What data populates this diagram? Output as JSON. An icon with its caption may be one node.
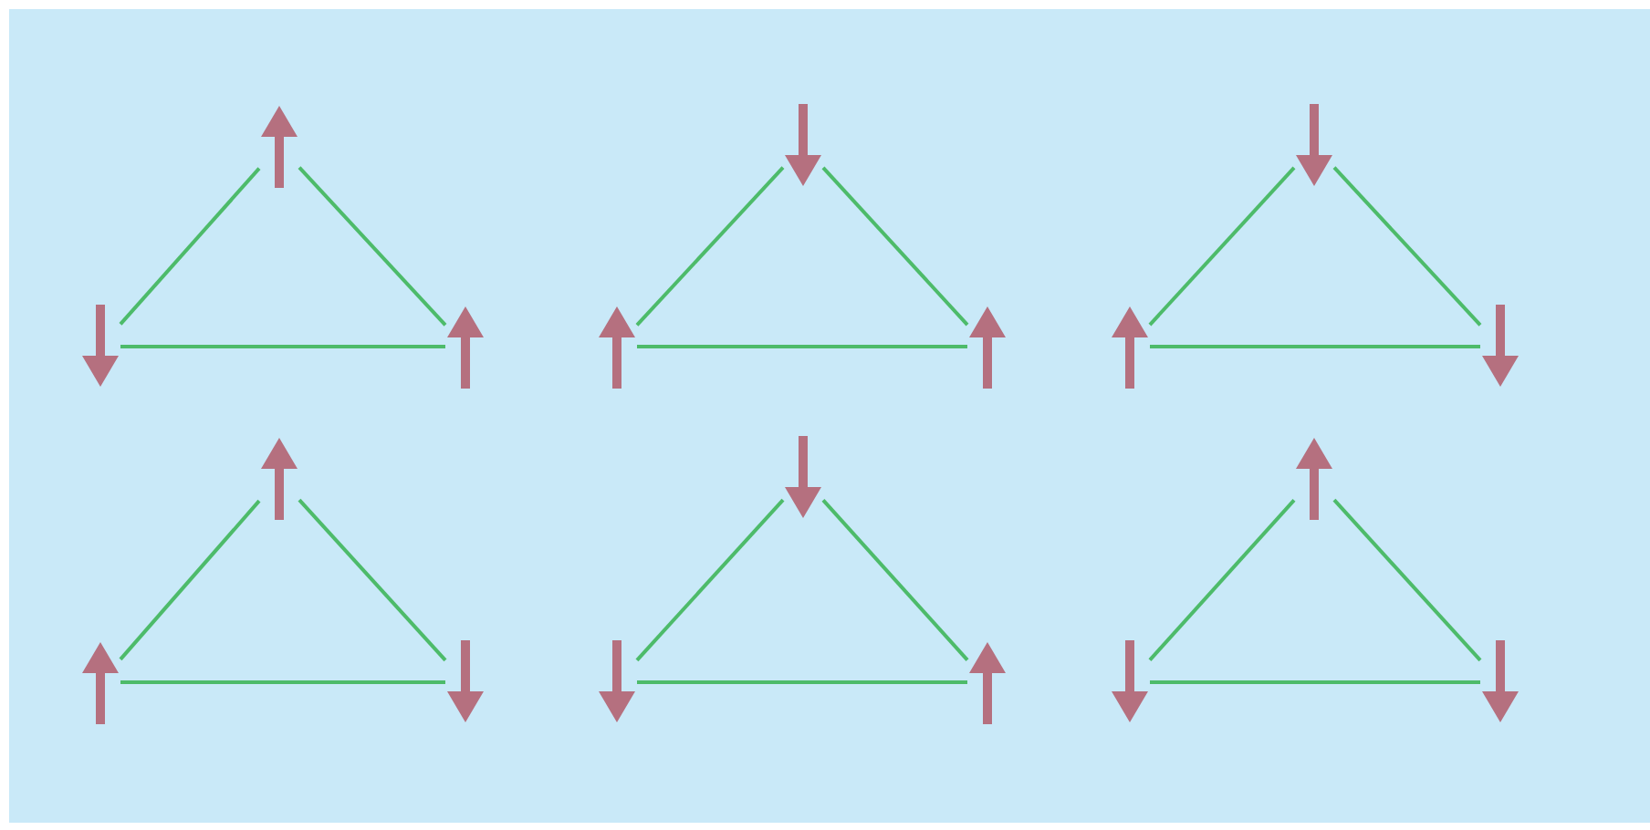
{
  "diagram": {
    "nodes": [
      {
        "text": [],
        "shape": "arrow"
      },
      {
        "text": [],
        "shape": "arrow"
      },
      {
        "text": [],
        "shape": "arrow"
      },
      {
        "text": [],
        "shape": "arrow"
      },
      {
        "text": [],
        "shape": "arrow"
      },
      {
        "text": [],
        "shape": "arrow"
      },
      {
        "text": [],
        "shape": "arrow"
      },
      {
        "text": [],
        "shape": "arrow"
      },
      {
        "text": [],
        "shape": "arrow"
      },
      {
        "text": [],
        "shape": "arrow"
      },
      {
        "text": [],
        "shape": "arrow"
      },
      {
        "text": [],
        "shape": "arrow"
      },
      {
        "text": [],
        "shape": "arrow"
      },
      {
        "text": [],
        "shape": "arrow"
      },
      {
        "text": [],
        "shape": "arrow"
      },
      {
        "text": [],
        "shape": "arrow"
      },
      {
        "text": [],
        "shape": "arrow"
      },
      {
        "text": [],
        "shape": "arrow"
      }
    ],
    "edges": [
      {
        "from": 0,
        "to": 1,
        "arrow": "none"
      },
      {
        "from": 1,
        "to": 2,
        "arrow": "none"
      },
      {
        "from": 2,
        "to": 0,
        "arrow": "none"
      },
      {
        "from": 3,
        "to": 4,
        "arrow": "none"
      },
      {
        "from": 4,
        "to": 5,
        "arrow": "none"
      },
      {
        "from": 5,
        "to": 3,
        "arrow": "none"
      },
      {
        "from": 6,
        "to": 7,
        "arrow": "none"
      },
      {
        "from": 7,
        "to": 8,
        "arrow": "none"
      },
      {
        "from": 8,
        "to": 6,
        "arrow": "none"
      },
      {
        "from": 9,
        "to": 10,
        "arrow": "none"
      },
      {
        "from": 10,
        "to": 11,
        "arrow": "none"
      },
      {
        "from": 11,
        "to": 9,
        "arrow": "none"
      },
      {
        "from": 12,
        "to": 13,
        "arrow": "none"
      },
      {
        "from": 13,
        "to": 14,
        "arrow": "none"
      },
      {
        "from": 14,
        "to": 12,
        "arrow": "none"
      },
      {
        "from": 15,
        "to": 16,
        "arrow": "none"
      },
      {
        "from": 16,
        "to": 17,
        "arrow": "none"
      },
      {
        "from": 17,
        "to": 15,
        "arrow": "none"
      }
    ]
  }
}
